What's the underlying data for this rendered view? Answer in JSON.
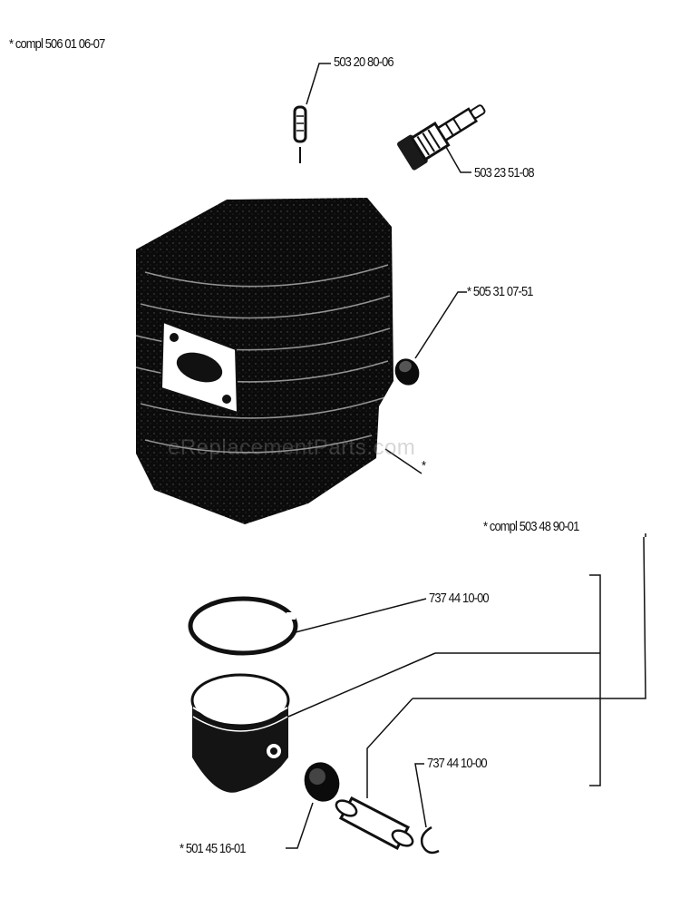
{
  "header": {
    "assembly_label": "* compl 506 01 06-07"
  },
  "watermark": "eReplacementParts.com",
  "parts": {
    "pin_top": "503 20 80-06",
    "spark_plug": "503 23 51-08",
    "decomp_valve": "* 505 31 07-51",
    "cylinder_marker": "*",
    "piston_kit": "* compl 503 48 90-01",
    "piston_ring": "737 44 10-00",
    "circlip": "737 44 10-00",
    "bearing": "* 501 45 16-01"
  },
  "colors": {
    "ink": "#111111",
    "paper": "#ffffff"
  }
}
